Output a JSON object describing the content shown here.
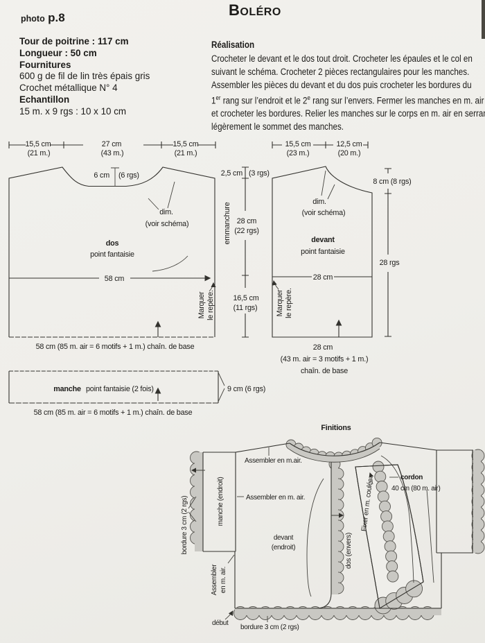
{
  "header": {
    "photo_label": "photo",
    "photo_page": "p.8",
    "title_first": "B",
    "title_rest": "OLÉRO"
  },
  "specs": {
    "line1": "Tour de poitrine : 117 cm",
    "line2": "Longueur : 50 cm",
    "line3": "Fournitures",
    "line4": "600 g de fil de lin très épais gris",
    "line5": "Crochet métallique N° 4",
    "line6": "Echantillon",
    "line7": "15 m. x 9 rgs : 10 x 10 cm"
  },
  "realisation": {
    "heading": "Réalisation",
    "line1": "Crocheter le devant et le dos tout droit. Crocheter les épaules et le col en",
    "line2": "suivant le schéma. Crocheter 2 pièces rectangulaires pour les manches.",
    "line3": "Assembler les pièces du devant et du dos puis crocheter les bordures du",
    "line4_a": "1",
    "line4_sup1": "er",
    "line4_b": " rang sur l’endroit et le 2",
    "line4_sup2": "e",
    "line4_c": " rang sur l’envers. Fermer les manches en m. air",
    "line5": "et crocheter les bordures. Relier les manches sur le corps en m. air en serrant",
    "line6": "légèrement le sommet des manches."
  },
  "dos": {
    "dim_left": "15,5 cm",
    "dim_left_sub": "(21 m.)",
    "dim_mid": "27 cm",
    "dim_mid_sub": "(43 m.)",
    "dim_right": "15,5 cm",
    "dim_right_sub": "(21 m.)",
    "neck_depth": "6 cm",
    "neck_depth_sub": "(6 rgs)",
    "dim_note": "dim.",
    "dim_note_sub": "(voir schéma)",
    "name": "dos",
    "stitch": "point fantaisie",
    "mid_width": "58 cm",
    "marker_1": "Marquer",
    "marker_2": "le repère.",
    "base": "58 cm (85 m. air = 6 motifs + 1 m.) chaîn. de base"
  },
  "between": {
    "top": "2,5 cm",
    "top_sub": "(3 rgs)",
    "armhole": "emmanchure",
    "mid": "28 cm",
    "mid_sub": "(22 rgs)",
    "low": "16,5 cm",
    "low_sub": "(11 rgs)"
  },
  "devant": {
    "dim_left": "15,5 cm",
    "dim_left_sub": "(23 m.)",
    "dim_right": "12,5 cm",
    "dim_right_sub": "(20 m.)",
    "dim_note": "dim.",
    "dim_note_sub": "(voir schéma)",
    "name": "devant",
    "stitch": "point fantaisie",
    "mid_width": "28 cm",
    "marker_1": "Marquer",
    "marker_2": "le repère.",
    "right_top": "8 cm (8 rgs)",
    "right_rows": "28 rgs",
    "base_1": "28 cm",
    "base_2": "(43 m. air = 3 motifs + 1 m.)",
    "base_3": "chaîn. de base"
  },
  "manche": {
    "name": "manche",
    "stitch": "point fantaisie (2 fois)",
    "height": "9 cm (6 rgs)",
    "base": "58 cm (85 m. air = 6 motifs + 1 m.) chaîn. de base"
  },
  "finitions": {
    "heading": "Finitions",
    "assemble_top": "Assembler en m.air.",
    "assemble_mid": "Assembler en m. air.",
    "assemble_low_1": "Assembler",
    "assemble_low_2": "en m. air.",
    "manche_label": "manche (endroit)",
    "bordure_left": "bordure 3 cm (2 rgs)",
    "devant_1": "devant",
    "devant_2": "(endroit)",
    "dos_label": "dos (envers)",
    "fixer": "Fixer en m. coulée.",
    "cordon": "cordon",
    "cordon_sub": "40 cm (80 m. air)",
    "debut": "début",
    "bordure_bottom": "bordure 3 cm (2 rgs)"
  }
}
